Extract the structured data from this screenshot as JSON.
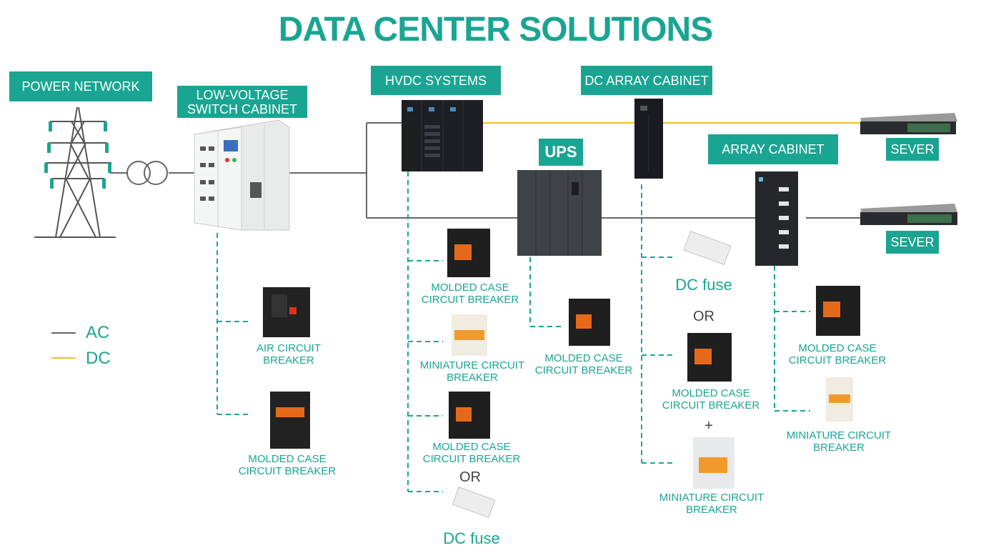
{
  "title": "DATA CENTER SOLUTIONS",
  "colors": {
    "accent": "#1aa592",
    "ac_line": "#666666",
    "dc_line": "#f5c21b"
  },
  "tags": {
    "power_network": "POWER NETWORK",
    "lv_switch_1": "LOW-VOLTAGE",
    "lv_switch_2": "SWITCH CABINET",
    "hvdc": "HVDC SYSTEMS",
    "dc_array": "DC ARRAY CABINET",
    "ups": "UPS",
    "array_cabinet": "ARRAY CABINET",
    "server_1": "SEVER",
    "server_2": "SEVER"
  },
  "legend": {
    "ac": "AC",
    "dc": "DC"
  },
  "components": {
    "lv_air_1": "AIR CIRCUIT",
    "lv_air_2": "BREAKER",
    "lv_mccb_1": "MOLDED CASE",
    "lv_mccb_2": "CIRCUIT BREAKER",
    "hvdc_mccb_a_1": "MOLDED CASE",
    "hvdc_mccb_a_2": "CIRCUIT BREAKER",
    "hvdc_mcb_1": "MINIATURE CIRCUIT",
    "hvdc_mcb_2": "BREAKER",
    "hvdc_mccb_b_1": "MOLDED CASE",
    "hvdc_mccb_b_2": "CIRCUIT BREAKER",
    "hvdc_or": "OR",
    "hvdc_fuse": "DC fuse",
    "ups_mccb_1": "MOLDED CASE",
    "ups_mccb_2": "CIRCUIT BREAKER",
    "dca_fuse": "DC fuse",
    "dca_or": "OR",
    "dca_mccb_1": "MOLDED CASE",
    "dca_mccb_2": "CIRCUIT BREAKER",
    "dca_plus": "+",
    "dca_mcb_1": "MINIATURE CIRCUIT",
    "dca_mcb_2": "BREAKER",
    "ac_mccb_1": "MOLDED CASE",
    "ac_mccb_2": "CIRCUIT BREAKER",
    "ac_mcb_1": "MINIATURE CIRCUIT",
    "ac_mcb_2": "BREAKER"
  }
}
